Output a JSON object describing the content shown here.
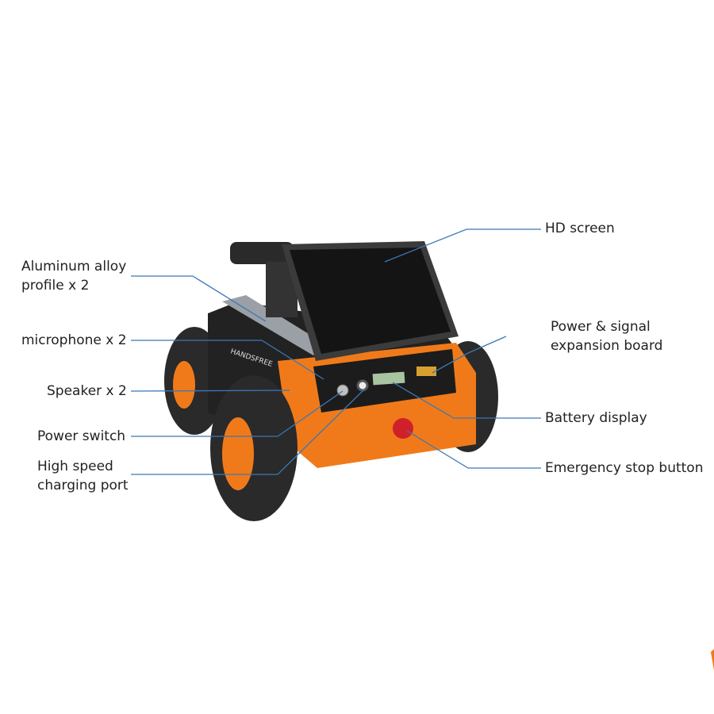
{
  "labels": {
    "hd_screen": "HD screen",
    "aluminum_1": "Aluminum alloy",
    "aluminum_2": "profile x 2",
    "microphone": "microphone x 2",
    "speaker": "Speaker x 2",
    "power_switch": "Power switch",
    "charging_1": "High speed",
    "charging_2": "charging port",
    "expansion_1": "Power & signal",
    "expansion_2": "expansion board",
    "battery": "Battery display",
    "estop": "Emergency stop button"
  },
  "robot_logo": "HANDSFREE",
  "colors": {
    "leader_line": "#3a78b5",
    "body_orange": "#f07a1a",
    "panel_black": "#1c1c1c",
    "estop_red": "#d0202a"
  }
}
